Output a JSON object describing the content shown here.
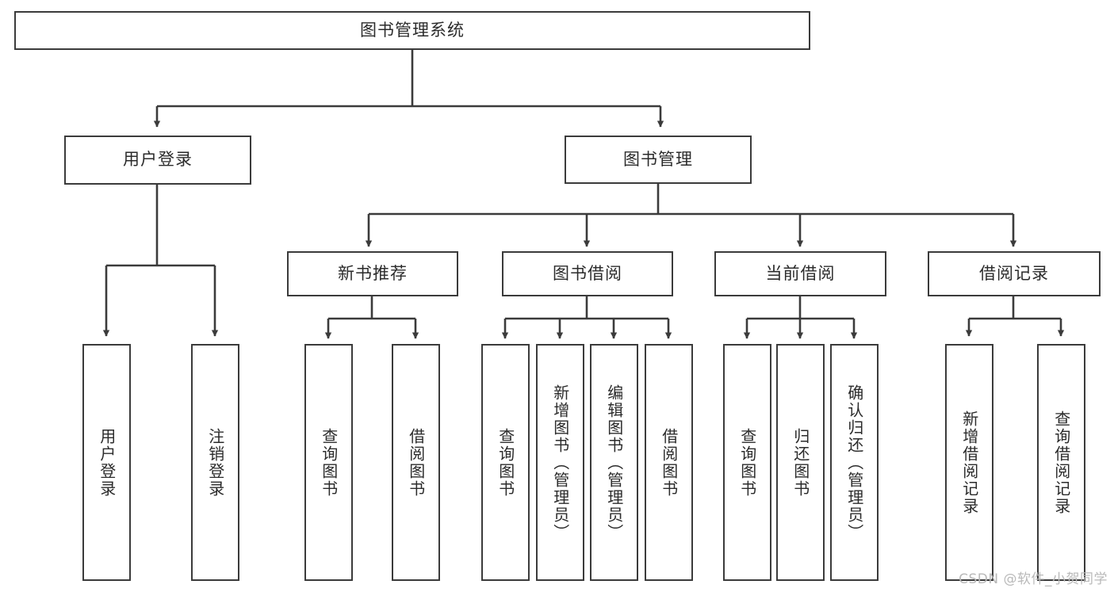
{
  "diagram": {
    "type": "tree",
    "orientation": "top-down",
    "root": "图书管理系统",
    "colors": {
      "stroke": "#3b3b3b",
      "fill": "#ffffff",
      "text": "#2b2b2b",
      "watermark": "#b9b9b9",
      "background": "#ffffff"
    }
  },
  "nodes": {
    "root": {
      "label": "图书管理系统"
    },
    "level1": [
      {
        "id": "user-login",
        "label": "用户登录"
      },
      {
        "id": "book-manage",
        "label": "图书管理"
      }
    ],
    "level2": [
      {
        "id": "new-book-rec",
        "label": "新书推荐",
        "parent": "book-manage"
      },
      {
        "id": "book-borrow",
        "label": "图书借阅",
        "parent": "book-manage"
      },
      {
        "id": "current-borrow",
        "label": "当前借阅",
        "parent": "book-manage"
      },
      {
        "id": "borrow-record",
        "label": "借阅记录",
        "parent": "book-manage"
      }
    ],
    "leaves": [
      {
        "id": "leaf-user-login",
        "label": "用户登录",
        "parent": "user-login"
      },
      {
        "id": "leaf-user-logout",
        "label": "注销登录",
        "parent": "user-login"
      },
      {
        "id": "leaf-query-book-1",
        "label": "查询图书",
        "parent": "new-book-rec"
      },
      {
        "id": "leaf-borrow-book-1",
        "label": "借阅图书",
        "parent": "new-book-rec"
      },
      {
        "id": "leaf-query-book-2",
        "label": "查询图书",
        "parent": "book-borrow"
      },
      {
        "id": "leaf-add-book",
        "label": "新增图书（管理员）",
        "parent": "book-borrow"
      },
      {
        "id": "leaf-edit-book",
        "label": "编辑图书（管理员）",
        "parent": "book-borrow"
      },
      {
        "id": "leaf-borrow-book-2",
        "label": "借阅图书",
        "parent": "book-borrow"
      },
      {
        "id": "leaf-query-book-3",
        "label": "查询图书",
        "parent": "current-borrow"
      },
      {
        "id": "leaf-return-book",
        "label": "归还图书",
        "parent": "current-borrow"
      },
      {
        "id": "leaf-confirm-return",
        "label": "确认归还（管理员）",
        "parent": "current-borrow"
      },
      {
        "id": "leaf-add-record",
        "label": "新增借阅记录",
        "parent": "borrow-record"
      },
      {
        "id": "leaf-query-record",
        "label": "查询借阅记录",
        "parent": "borrow-record"
      }
    ]
  },
  "watermark": {
    "text": "CSDN @软件_小贺同学"
  }
}
